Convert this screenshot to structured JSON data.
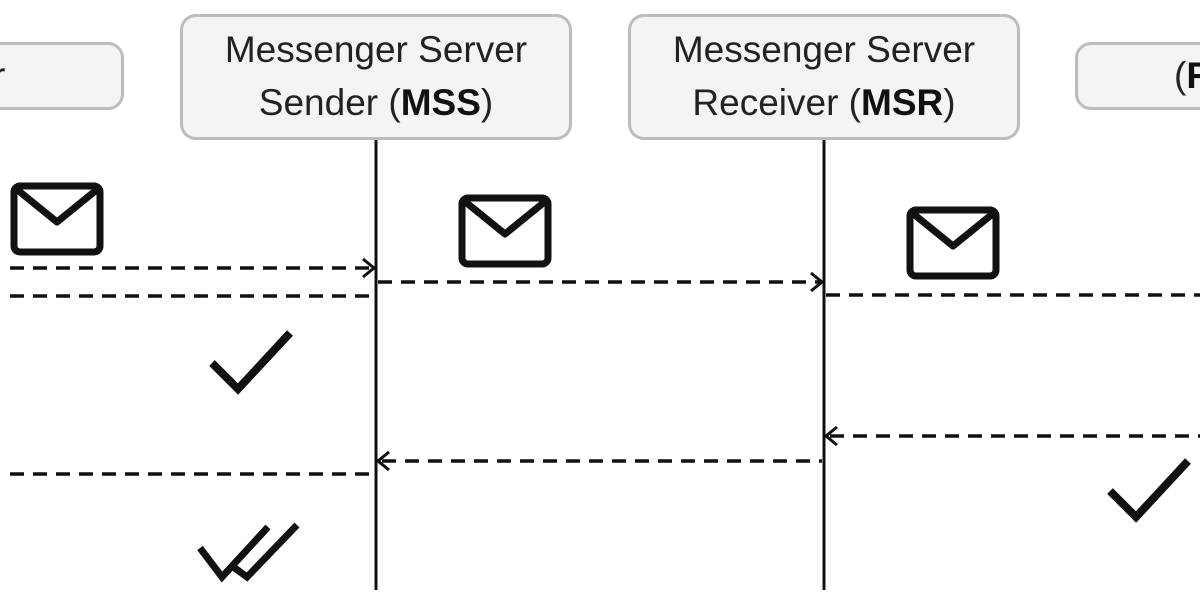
{
  "actors": [
    {
      "id": "left-partial",
      "line1": "",
      "name_prefix": "",
      "abbr": "",
      "name_suffix": "r"
    },
    {
      "id": "mss",
      "line1": "Messenger Server",
      "name_prefix": "Sender (",
      "abbr": "MSS",
      "name_suffix": ")"
    },
    {
      "id": "msr",
      "line1": "Messenger Server",
      "name_prefix": "Receiver (",
      "abbr": "MSR",
      "name_suffix": ")"
    },
    {
      "id": "right-partial",
      "line1": "",
      "name_prefix": "(",
      "abbr": "R",
      "name_suffix": ""
    }
  ],
  "messages": [
    {
      "id": "msg-to-mss",
      "from": "left-partial",
      "to": "mss",
      "style": "dashed",
      "arrow": "end"
    },
    {
      "id": "msg-mss-to-msr",
      "from": "mss",
      "to": "msr",
      "style": "dashed",
      "arrow": "end"
    },
    {
      "id": "ack-mss-to-left",
      "from": "mss",
      "to": "left-partial",
      "style": "dashed",
      "arrow": "none"
    },
    {
      "id": "msg-msr-to-right",
      "from": "msr",
      "to": "right-partial",
      "style": "dashed",
      "arrow": "none"
    },
    {
      "id": "ack-right-to-msr",
      "from": "right-partial",
      "to": "msr",
      "style": "dashed",
      "arrow": "end"
    },
    {
      "id": "ack-msr-to-mss",
      "from": "msr",
      "to": "mss",
      "style": "dashed",
      "arrow": "end"
    },
    {
      "id": "ack-mss-to-left-2",
      "from": "mss",
      "to": "left-partial",
      "style": "dashed",
      "arrow": "none"
    }
  ],
  "icons": [
    {
      "id": "envelope-icon-1",
      "kind": "envelope"
    },
    {
      "id": "envelope-icon-2",
      "kind": "envelope"
    },
    {
      "id": "envelope-icon-3",
      "kind": "envelope"
    },
    {
      "id": "single-check-icon-1",
      "kind": "check"
    },
    {
      "id": "single-check-icon-2",
      "kind": "check"
    },
    {
      "id": "double-check-icon",
      "kind": "double-check"
    }
  ],
  "colors": {
    "box_fill": "#f4f4f4",
    "box_border": "#bcbcbc",
    "line": "#111111",
    "text": "#222222"
  }
}
